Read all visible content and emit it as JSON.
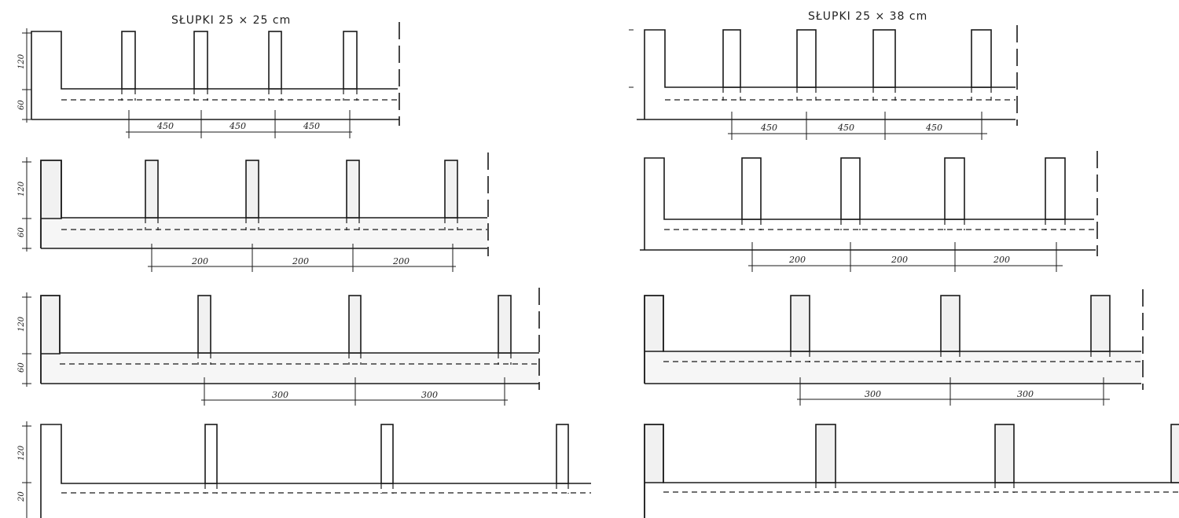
{
  "titles": {
    "left": "SŁUPKI   25 × 25 cm",
    "right": "SŁUPKI   25 × 38 cm"
  },
  "height_labels": {
    "post": "120",
    "base": "60",
    "base_alt": "20"
  },
  "rows": [
    {
      "spacing": "450",
      "left_dims": [
        "450",
        "450",
        "450"
      ],
      "right_dims": [
        "450",
        "450",
        "450"
      ]
    },
    {
      "spacing": "200",
      "left_dims": [
        "200",
        "200",
        "200"
      ],
      "right_dims": [
        "200",
        "200",
        "200"
      ]
    },
    {
      "spacing": "300",
      "left_dims": [
        "300",
        "300"
      ],
      "right_dims": [
        "300",
        "300"
      ]
    },
    {
      "spacing": "",
      "left_dims": [],
      "right_dims": []
    }
  ]
}
